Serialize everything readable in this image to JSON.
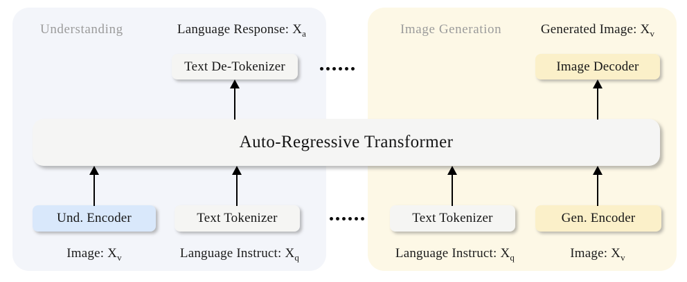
{
  "understanding": {
    "section_label": "Understanding",
    "response_label": {
      "text": "Language Response: X",
      "sub": "a"
    },
    "detokenizer_label": "Text De-Tokenizer",
    "encoder_label": "Und. Encoder",
    "tokenizer_label": "Text Tokenizer",
    "image_label": {
      "text": "Image: X",
      "sub": "v"
    },
    "instruct_label": {
      "text": "Language Instruct: X",
      "sub": "q"
    }
  },
  "generation": {
    "section_label": "Image Generation",
    "output_label": {
      "text": "Generated Image: X",
      "sub": "v"
    },
    "decoder_label": "Image Decoder",
    "tokenizer_label": "Text Tokenizer",
    "encoder_label": "Gen. Encoder",
    "instruct_label": {
      "text": "Language Instruct: X",
      "sub": "q"
    },
    "image_label": {
      "text": "Image: X",
      "sub": "v"
    }
  },
  "transformer_label": "Auto-Regressive Transformer",
  "colors": {
    "understanding_panel_bg": "#f3f5fa",
    "generation_panel_bg": "#fdf8e6",
    "neutral_box_bg": "#f5f5f3",
    "understanding_encoder_bg": "#d9e8fb",
    "generation_box_bg": "#fbf0c9",
    "section_label_color": "#9b9b9b",
    "text_color": "#1c1c1c"
  }
}
